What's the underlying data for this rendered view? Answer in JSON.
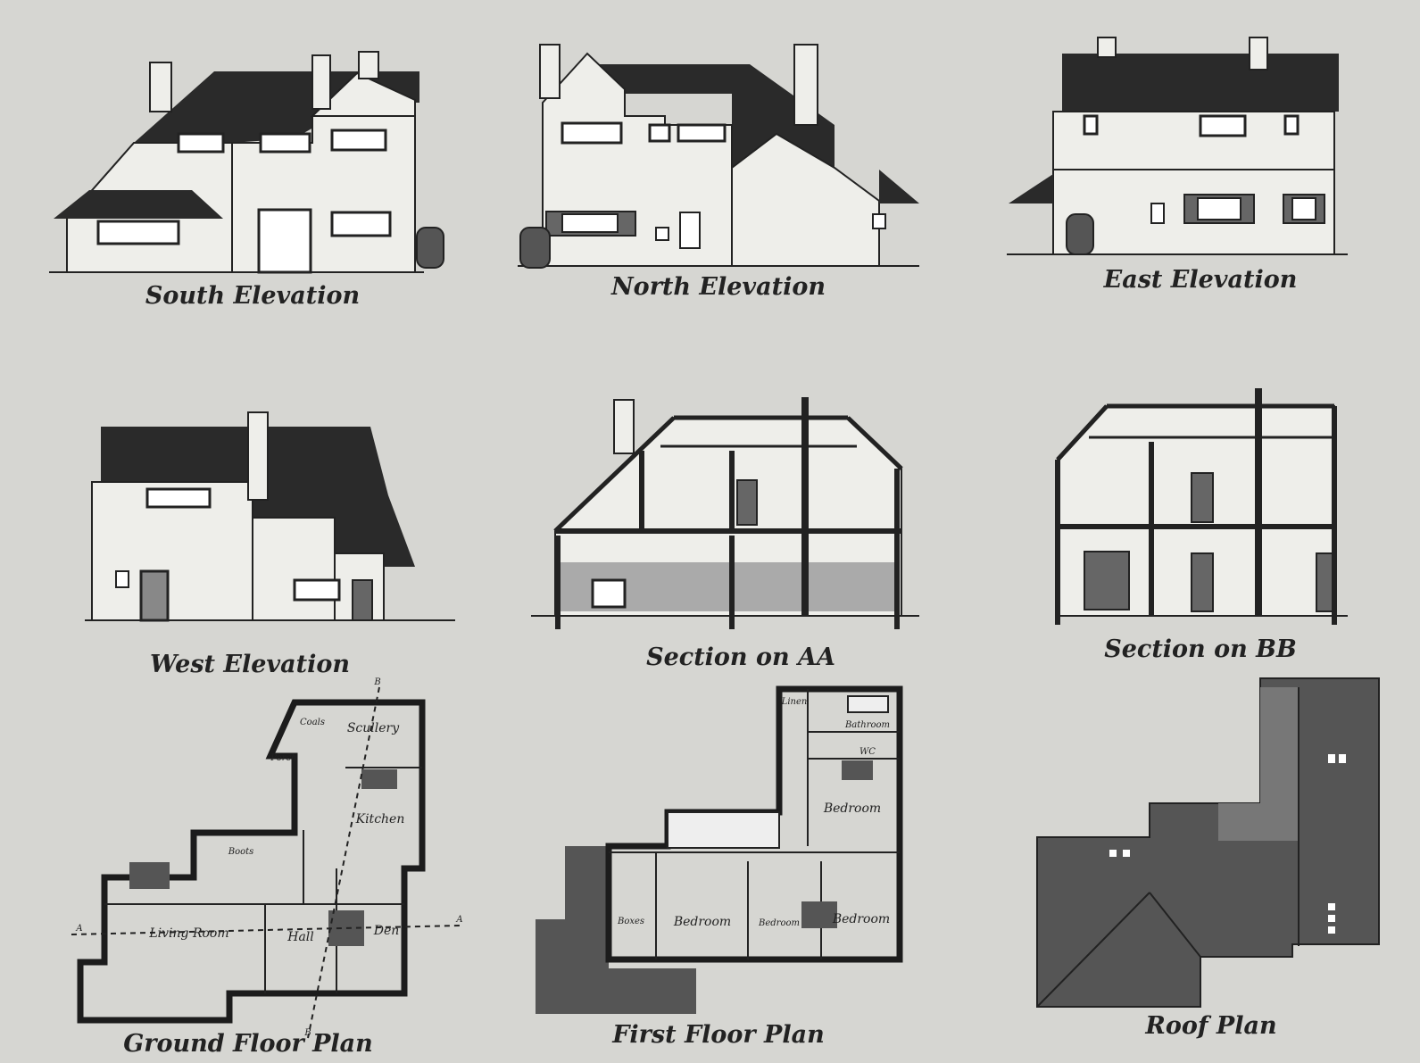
{
  "views": {
    "south_elevation": {
      "caption": "South Elevation"
    },
    "north_elevation": {
      "caption": "North Elevation"
    },
    "east_elevation": {
      "caption": "East Elevation"
    },
    "west_elevation": {
      "caption": "West Elevation"
    },
    "section_aa": {
      "caption": "Section on AA"
    },
    "section_bb": {
      "caption": "Section on BB"
    },
    "ground_floor_plan": {
      "caption": "Ground Floor Plan",
      "rooms": {
        "coals": "Coals",
        "scullery": "Scullery",
        "porch": "Porch",
        "kitchen": "Kitchen",
        "boots": "Boots",
        "living_room": "Living Room",
        "hall": "Hall",
        "den": "Den"
      },
      "section_marks": {
        "a_left": "A",
        "a_right": "A",
        "b_top": "B",
        "b_bottom": "B"
      }
    },
    "first_floor_plan": {
      "caption": "First Floor Plan",
      "rooms": {
        "linen": "Linen",
        "bathroom": "Bathroom",
        "wc": "WC",
        "bedroom_ne": "Bedroom",
        "boxes": "Boxes",
        "bedroom_w": "Bedroom",
        "bedroom_c": "Bedroom",
        "bedroom_e": "Bedroom"
      }
    },
    "roof_plan": {
      "caption": "Roof Plan"
    }
  },
  "colors": {
    "paper": "#d6d6d2",
    "ink": "#222222",
    "wall_fill": "#eeeeea",
    "roof_dark": "#2a2a2a",
    "plan_roof": "#555555"
  }
}
